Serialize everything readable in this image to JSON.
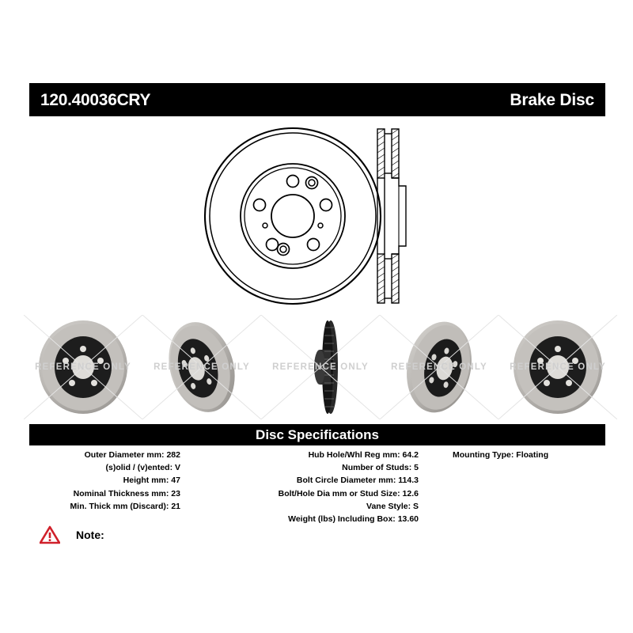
{
  "header": {
    "part_number": "120.40036CRY",
    "title": "Brake Disc"
  },
  "drawing": {
    "face_view_name": "disc-face-line-drawing",
    "section_view_name": "disc-cross-section-line-drawing"
  },
  "photos": {
    "watermark": "REFERENCE ONLY",
    "items": [
      {
        "view": "front-face-view"
      },
      {
        "view": "angled-face-view"
      },
      {
        "view": "edge-on-view"
      },
      {
        "view": "angled-rear-view"
      },
      {
        "view": "front-face-view-2"
      }
    ]
  },
  "specifications": {
    "section_title": "Disc Specifications",
    "left_column": [
      "Outer Diameter mm: 282",
      "(s)olid / (v)ented: V",
      "Height mm: 47",
      "Nominal Thickness mm: 23",
      "Min. Thick mm (Discard): 21"
    ],
    "middle_column": [
      "Hub Hole/Whl Reg mm: 64.2",
      "Number of Studs: 5",
      "Bolt Circle Diameter mm: 114.3",
      "Bolt/Hole Dia mm or Stud Size: 12.6",
      "Vane Style: S",
      "Weight (lbs) Including Box: 13.60"
    ],
    "right_column": [
      "Mounting Type: Floating"
    ]
  },
  "note": {
    "label": "Note:",
    "icon": "warning-triangle-icon",
    "icon_color": "#d0202a",
    "text": ""
  },
  "colors": {
    "bar_background": "#000000",
    "bar_text": "#ffffff",
    "page_background": "#ffffff",
    "watermark": "#cfcfcf"
  }
}
